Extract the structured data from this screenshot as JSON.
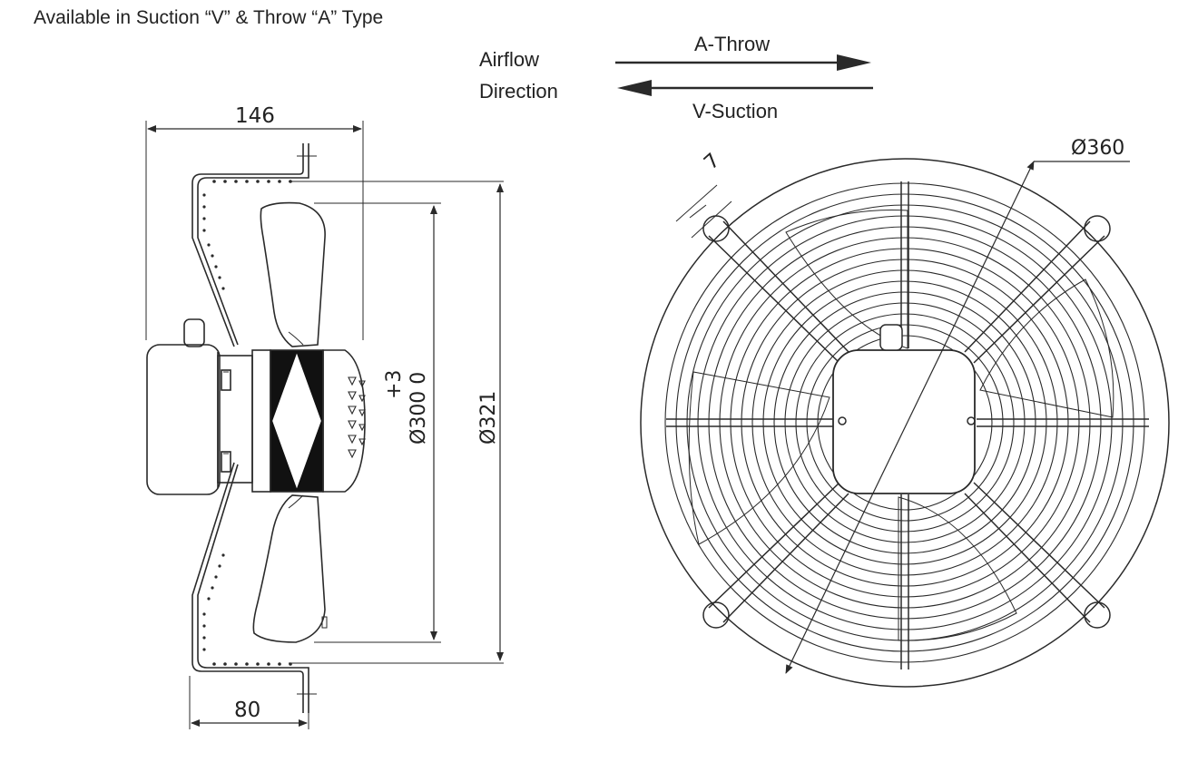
{
  "heading": "Available in Suction “V” & Throw “A” Type",
  "airflow": {
    "label_line1": "Airflow",
    "label_line2": "Direction",
    "throw_label": "A-Throw",
    "suction_label": "V-Suction"
  },
  "side_view": {
    "dim_depth": "146",
    "dim_mount": "80",
    "dim_blade_tol": "+3",
    "dim_blade": "Ø300 0",
    "dim_ring": "Ø321"
  },
  "front_view": {
    "dim_outer": "Ø360",
    "dim_hole": "7"
  },
  "colors": {
    "line": "#2a2a2a",
    "text": "#222222",
    "hub_fill": "#111111"
  }
}
